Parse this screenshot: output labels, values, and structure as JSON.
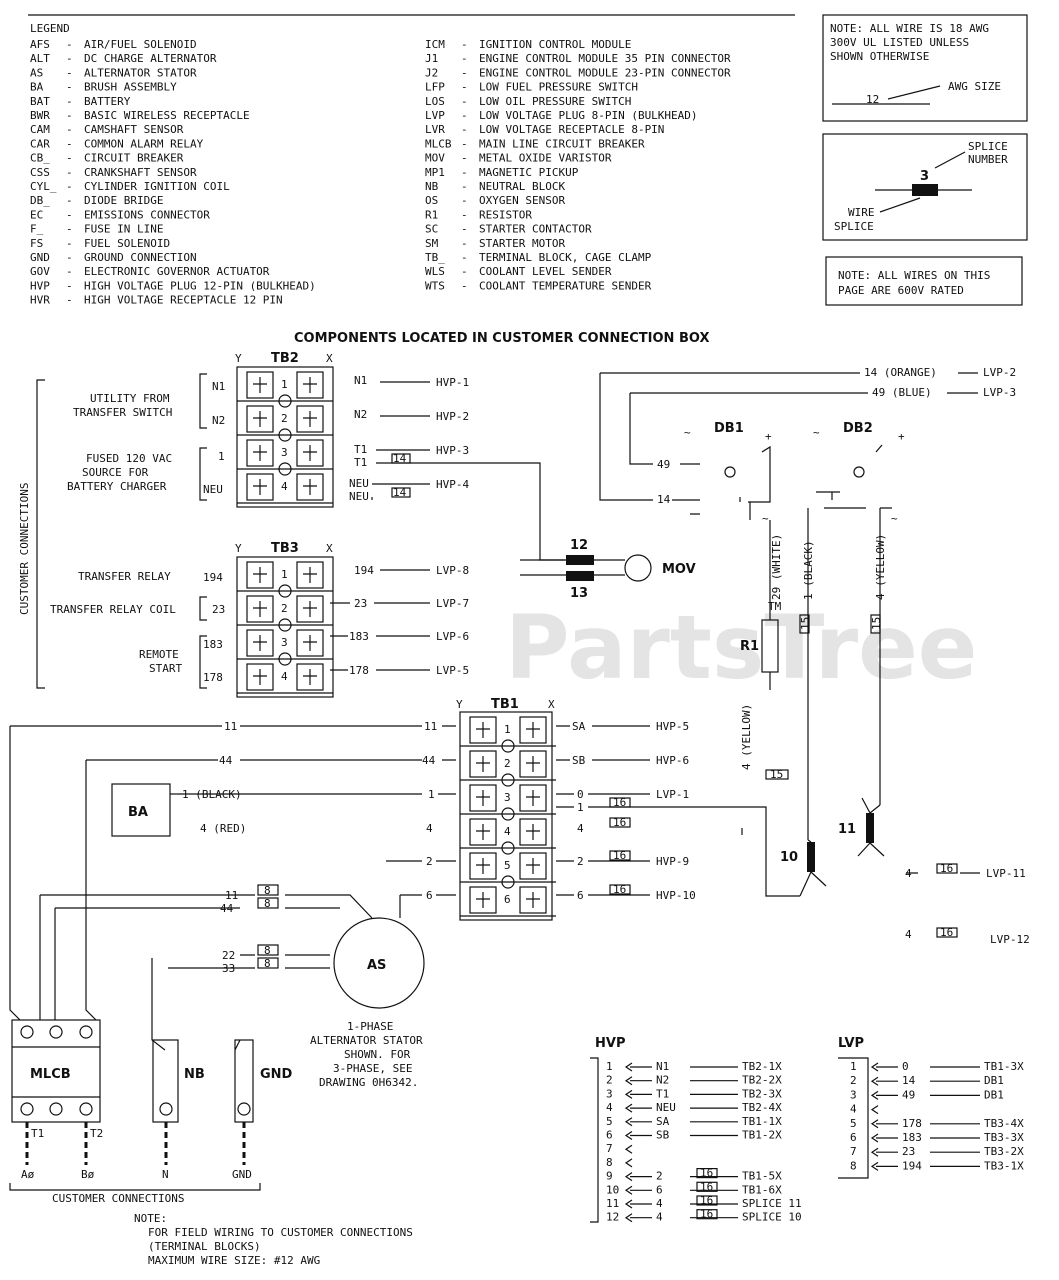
{
  "legend": {
    "title": "LEGEND",
    "left": [
      [
        "AFS",
        "AIR/FUEL SOLENOID"
      ],
      [
        "ALT",
        "DC CHARGE ALTERNATOR"
      ],
      [
        "AS",
        "ALTERNATOR STATOR"
      ],
      [
        "BA",
        "BRUSH ASSEMBLY"
      ],
      [
        "BAT",
        "BATTERY"
      ],
      [
        "BWR",
        "BASIC WIRELESS RECEPTACLE"
      ],
      [
        "CAM",
        "CAMSHAFT SENSOR"
      ],
      [
        "CAR",
        "COMMON ALARM RELAY"
      ],
      [
        "CB_",
        "CIRCUIT BREAKER"
      ],
      [
        "CSS",
        "CRANKSHAFT SENSOR"
      ],
      [
        "CYL_",
        "CYLINDER IGNITION COIL"
      ],
      [
        "DB_",
        "DIODE BRIDGE"
      ],
      [
        "EC",
        "EMISSIONS CONNECTOR"
      ],
      [
        "F_",
        "FUSE IN LINE"
      ],
      [
        "FS",
        "FUEL SOLENOID"
      ],
      [
        "GND",
        "GROUND CONNECTION"
      ],
      [
        "GOV",
        "ELECTRONIC GOVERNOR ACTUATOR"
      ],
      [
        "HVP",
        "HIGH VOLTAGE PLUG 12-PIN (BULKHEAD)"
      ],
      [
        "HVR",
        "HIGH VOLTAGE RECEPTACLE 12 PIN"
      ]
    ],
    "right": [
      [
        "ICM",
        "IGNITION CONTROL MODULE"
      ],
      [
        "J1",
        "ENGINE CONTROL MODULE 35 PIN CONNECTOR"
      ],
      [
        "J2",
        "ENGINE CONTROL MODULE 23-PIN CONNECTOR"
      ],
      [
        "LFP",
        "LOW FUEL PRESSURE SWITCH"
      ],
      [
        "LOS",
        "LOW OIL PRESSURE SWITCH"
      ],
      [
        "LVP",
        "LOW VOLTAGE PLUG 8-PIN (BULKHEAD)"
      ],
      [
        "LVR",
        "LOW VOLTAGE RECEPTACLE 8-PIN"
      ],
      [
        "MLCB",
        "MAIN LINE CIRCUIT BREAKER"
      ],
      [
        "MOV",
        "METAL OXIDE VARISTOR"
      ],
      [
        "MP1",
        "MAGNETIC PICKUP"
      ],
      [
        "NB",
        "NEUTRAL BLOCK"
      ],
      [
        "OS",
        "OXYGEN SENSOR"
      ],
      [
        "R1",
        "RESISTOR"
      ],
      [
        "SC",
        "STARTER CONTACTOR"
      ],
      [
        "SM",
        "STARTER MOTOR"
      ],
      [
        "TB_",
        "TERMINAL BLOCK, CAGE CLAMP"
      ],
      [
        "WLS",
        "COOLANT LEVEL SENDER"
      ],
      [
        "WTS",
        "COOLANT TEMPERATURE SENDER"
      ]
    ]
  },
  "notes": {
    "awg": [
      "NOTE: ALL WIRE IS 18 AWG",
      "300V UL LISTED UNLESS",
      "SHOWN OTHERWISE"
    ],
    "awg_size_label": "AWG SIZE",
    "awg_size_value": "12",
    "splice_number_label": [
      "SPLICE",
      "NUMBER"
    ],
    "splice_value": "3",
    "wire_splice_label": [
      "WIRE",
      "SPLICE"
    ],
    "rated": [
      "NOTE: ALL WIRES ON THIS",
      "PAGE ARE 600V RATED"
    ]
  },
  "title": "COMPONENTS LOCATED IN CUSTOMER CONNECTION BOX",
  "customer_connections_vertical": "CUSTOMER CONNECTIONS",
  "tb2": {
    "name": "TB2",
    "y": "Y",
    "x": "X",
    "groups": [
      "UTILITY FROM",
      "TRANSFER SWITCH",
      "FUSED 120 VAC",
      "SOURCE FOR",
      "BATTERY CHARGER"
    ],
    "left": [
      "N1",
      "N2",
      "1",
      "NEU"
    ],
    "right": [
      "N1",
      "N2",
      "T1",
      "T1",
      "NEU",
      "NEU"
    ],
    "plugs": [
      "HVP-1",
      "HVP-2",
      "HVP-3",
      "HVP-4"
    ],
    "gauges": [
      "14",
      "14"
    ]
  },
  "tb3": {
    "name": "TB3",
    "y": "Y",
    "x": "X",
    "groups": [
      "TRANSFER RELAY",
      "TRANSFER RELAY COIL",
      "REMOTE",
      "START"
    ],
    "left": [
      "194",
      "23",
      "183",
      "178"
    ],
    "right": [
      "194",
      "23",
      "183",
      "178"
    ],
    "plugs": [
      "LVP-8",
      "LVP-7",
      "LVP-6",
      "LVP-5"
    ]
  },
  "mov": {
    "label": "MOV",
    "splices": [
      "12",
      "13"
    ]
  },
  "db": {
    "db1": "DB1",
    "db2": "DB2",
    "plus": "+",
    "ac": "~",
    "wire_orange": "14 (ORANGE)",
    "wire_blue": "49 (BLUE)",
    "lvp2": "LVP-2",
    "lvp3": "LVP-3",
    "w49": "49",
    "w14": "14",
    "white": "29 (WHITE)",
    "black": "1 (BLACK)",
    "yellow": "4 (YELLOW)",
    "g15a": "15",
    "g15b": "15",
    "r1": "R1",
    "tm": "TM",
    "yellow2": "4 (YELLOW)",
    "g15c": "15"
  },
  "tb1": {
    "name": "TB1",
    "y": "Y",
    "x": "X",
    "left": [
      "11",
      "44",
      "1",
      "4",
      "2",
      "6"
    ],
    "right": [
      "SA",
      "SB",
      "0",
      "1",
      "4",
      "2",
      "6"
    ],
    "plugs": [
      "HVP-5",
      "HVP-6",
      "LVP-1",
      "HVP-9",
      "HVP-10"
    ],
    "gauges": [
      "16",
      "16",
      "16",
      "16"
    ]
  },
  "field_left": {
    "w11": "11",
    "w44": "44",
    "ba": "BA",
    "black": "1 (BLACK)",
    "red": "4 (RED)",
    "w11b": "11",
    "w44b": "44",
    "g1": "8",
    "g2": "8",
    "w22": "22",
    "w33": "33",
    "g3": "8",
    "g4": "8"
  },
  "as": {
    "label": "AS",
    "caption": [
      "1-PHASE",
      "ALTERNATOR STATOR",
      "SHOWN. FOR",
      "3-PHASE, SEE",
      "DRAWING 0H6342."
    ]
  },
  "mlcb": {
    "label": "MLCB",
    "t1": "T1",
    "t2": "T2",
    "a": "Aø",
    "b": "Bø"
  },
  "nb": {
    "label": "NB",
    "n": "N"
  },
  "gnd": {
    "label": "GND",
    "g": "GND"
  },
  "customer_connections": "CUSTOMER CONNECTIONS",
  "bottom_note": [
    "NOTE:",
    "FOR FIELD WIRING TO CUSTOMER CONNECTIONS",
    "(TERMINAL BLOCKS)",
    "MAXIMUM WIRE SIZE: #12 AWG"
  ],
  "splices": {
    "s10": "10",
    "s11": "11",
    "w4a": "4",
    "w4b": "4",
    "g16a": "16",
    "g16b": "16",
    "ivp11": "LVP-11",
    "ivp12": "LVP-12"
  },
  "hvp": {
    "title": "HVP",
    "rows": [
      [
        "1",
        "N1",
        "TB2-1X",
        ""
      ],
      [
        "2",
        "N2",
        "TB2-2X",
        ""
      ],
      [
        "3",
        "T1",
        "TB2-3X",
        ""
      ],
      [
        "4",
        "NEU",
        "TB2-4X",
        ""
      ],
      [
        "5",
        "SA",
        "TB1-1X",
        ""
      ],
      [
        "6",
        "SB",
        "TB1-2X",
        ""
      ],
      [
        "7",
        "",
        "",
        ""
      ],
      [
        "8",
        "",
        "",
        ""
      ],
      [
        "9",
        "2",
        "TB1-5X",
        "16"
      ],
      [
        "10",
        "6",
        "TB1-6X",
        "16"
      ],
      [
        "11",
        "4",
        "SPLICE 11",
        "16"
      ],
      [
        "12",
        "4",
        "SPLICE 10",
        "16"
      ]
    ]
  },
  "lvp": {
    "title": "LVP",
    "rows": [
      [
        "1",
        "0",
        "TB1-3X"
      ],
      [
        "2",
        "14",
        "DB1"
      ],
      [
        "3",
        "49",
        "DB1"
      ],
      [
        "4",
        "",
        ""
      ],
      [
        "5",
        "178",
        "TB3-4X"
      ],
      [
        "6",
        "183",
        "TB3-3X"
      ],
      [
        "7",
        "23",
        "TB3-2X"
      ],
      [
        "8",
        "194",
        "TB3-1X"
      ]
    ]
  },
  "watermark": "PartsTree"
}
